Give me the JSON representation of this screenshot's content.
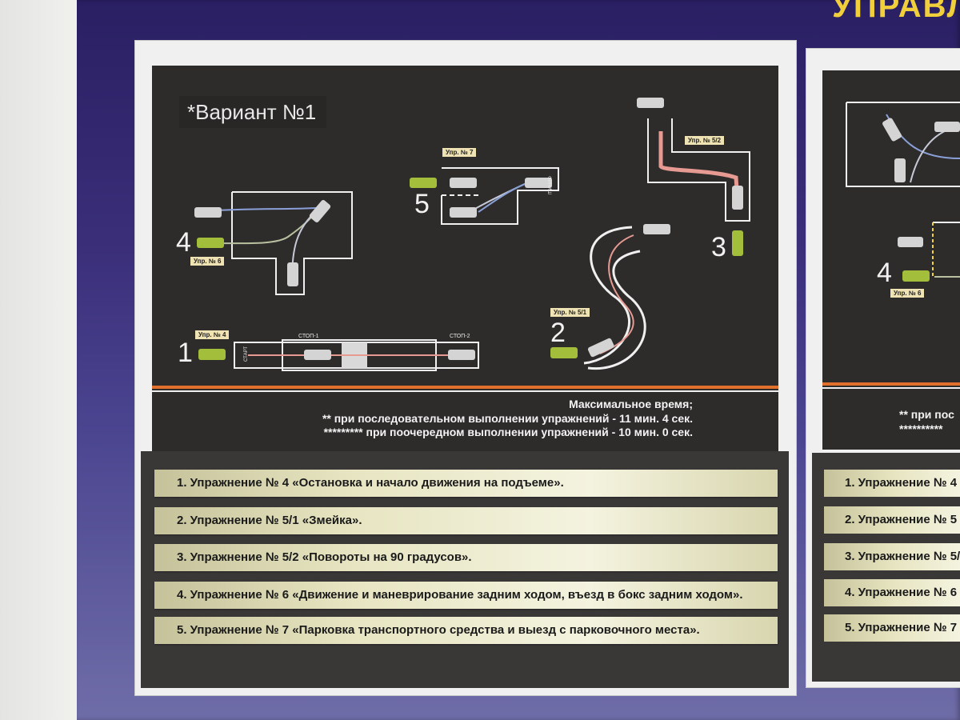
{
  "board": {
    "title": "УПРАВЛ"
  },
  "panel_left": {
    "variant_title": "*Вариант №1",
    "tags": {
      "ex6": "Упр. № 6",
      "ex7": "Упр. № 7",
      "ex52": "Упр. № 5/2",
      "ex51": "Упр. № 5/1",
      "ex4": "Упр. № 4"
    },
    "labels": {
      "stop1": "СТОП-1",
      "stop2": "СТОП-2",
      "start": "СТАРТ",
      "finish": "ФИНИШ"
    },
    "numbers": [
      "1",
      "2",
      "3",
      "4",
      "5"
    ],
    "time": {
      "title": "Максимальное время;",
      "line1": "** при последовательном выполнении упражнений - 11 мин. 4 сек.",
      "line2": "********* при поочередном выполнении упражнений - 10 мин. 0 сек."
    },
    "exercises": [
      "1. Упражнение № 4 «Остановка и начало движения на подъеме».",
      "2. Упражнение № 5/1 «Змейка».",
      "3. Упражнение № 5/2 «Повороты на 90 градусов».",
      "4. Упражнение № 6 «Движение и маневрирование задним ходом, въезд в бокс задним ходом».",
      "5. Упражнение № 7 «Парковка транспортного средства и выезд с парковочного места»."
    ]
  },
  "panel_right": {
    "number": "4",
    "tag": "Упр. № 6",
    "time_line": "** при пос",
    "time_line2": "**********",
    "exercises": [
      "1. Упражнение № 4",
      "2. Упражнение № 5",
      "3. Упражнение № 5/",
      "4. Упражнение № 6",
      "5. Упражнение № 7"
    ]
  },
  "colors": {
    "board": "#2a1f63",
    "diagram": "#2e2c2b",
    "accent": "#e0702b",
    "title": "#f1cf3b"
  }
}
